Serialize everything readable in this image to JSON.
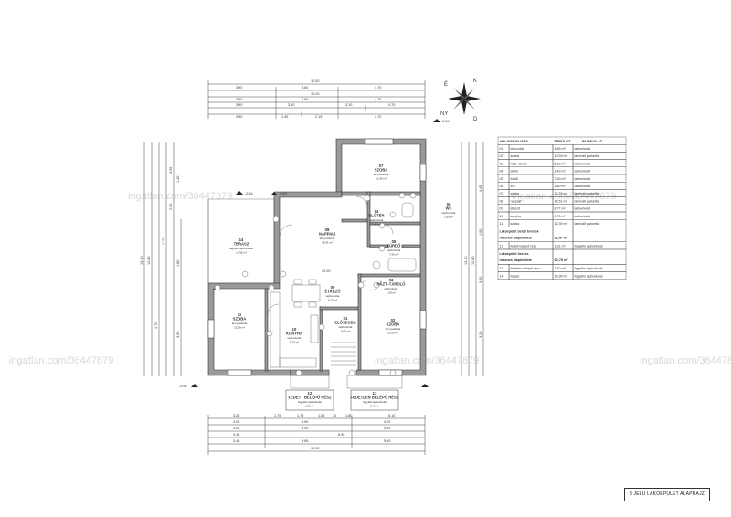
{
  "watermark": "ingatlan.com/36447879",
  "title_block": "8 JELŰ LAKÓÉPÜLET ALAPRAJZ",
  "compass": {
    "n": "K",
    "s": "D",
    "e": "É",
    "w": "NY"
  },
  "top_dims": {
    "row1": [
      "12.50"
    ],
    "row2": [
      "3.90",
      "3.60",
      "4.70"
    ],
    "row3": [
      "12.20"
    ],
    "row4": [
      "3.90",
      "3.60",
      "4.70"
    ],
    "row5": [
      "3.90",
      "3.60",
      "3.10",
      "4.70"
    ],
    "row6": [
      "3.90",
      "1.45",
      "2.15",
      "4.70"
    ]
  },
  "bottom_dims": {
    "row1": [
      "3.30",
      "1.75",
      "1.75",
      "1.05",
      "70",
      "1.80",
      "5.10"
    ],
    "row2": [
      "3.00",
      "3.90",
      "4.70"
    ],
    "row3": [
      "3.00",
      "3.40",
      "5.30"
    ],
    "row4": [
      "3.40",
      "8.90"
    ],
    "row5": [
      "3.45",
      "3.65",
      "5.90"
    ],
    "row6": [
      "12.50"
    ]
  },
  "rooms": [
    {
      "num": "07",
      "name": "SZOBA",
      "sub1": "lam.parketta",
      "sub2": "12,39 m²"
    },
    {
      "num": "08",
      "name": "NAPPALI",
      "sub1": "lam.parketta",
      "sub2": "18,51 m²"
    },
    {
      "num": "04",
      "name": "ELŐTÉR",
      "sub1": "lapburkolat",
      "sub2": "1,49 m²"
    },
    {
      "num": "05",
      "name": "FÜRDŐ",
      "sub1": "lapburkolat",
      "sub2": "7,30 m²"
    },
    {
      "num": "06",
      "name": "WC",
      "sub1": "lapburkolat",
      "sub2": "1,80 m²"
    },
    {
      "num": "03",
      "name": "HÁZT.-TÁROLÓ",
      "sub1": "lapburkolat",
      "sub2": "5,18 m²"
    },
    {
      "num": "09",
      "name": "ÉTKEZŐ",
      "sub1": "lapburkolat",
      "sub2": "8,77 m²"
    },
    {
      "num": "11",
      "name": "SZOBA",
      "sub1": "lam.parketta",
      "sub2": "12,39 m²"
    },
    {
      "num": "10",
      "name": "KONYHA",
      "sub1": "lapburkolat",
      "sub2": "8,70 m²"
    },
    {
      "num": "01",
      "name": "ELŐSZOBA",
      "sub1": "lapburkolat",
      "sub2": "4,65 m²"
    },
    {
      "num": "02",
      "name": "SZOBA",
      "sub1": "lam.parketta",
      "sub2": "10,59 m²"
    },
    {
      "num": "14",
      "name": "TERASZ",
      "sub1": "fagyálló lapburkolat",
      "sub2": "13,95 m²"
    }
  ],
  "entrances": [
    {
      "num": "12",
      "name": "FEDETT BELÉPŐ RÉSZ",
      "sub1": "fagyálló lapburkolat",
      "sub2": "1,31 m²"
    },
    {
      "num": "13",
      "name": "FEDETLEN BELÉPŐ RÉSZ",
      "sub1": "fagyálló lapburkolat",
      "sub2": "2,40 m²"
    }
  ],
  "table": {
    "headers": [
      "HELYISÉGLISTA",
      "TERÜLET",
      "BURKOLAT"
    ],
    "rows": [
      [
        "01",
        "előszoba",
        "4,65 m²",
        "lapburkolat"
      ],
      [
        "02",
        "szoba",
        "10,59 m²",
        "laminált parketta"
      ],
      [
        "03",
        "házt.-tároló",
        "5,18 m²",
        "lapburkolat"
      ],
      [
        "04",
        "előtér",
        "1,49 m²",
        "lapburkolat"
      ],
      [
        "05",
        "fürdő",
        "7,30 m²",
        "lapburkolat"
      ],
      [
        "06",
        "WC",
        "1,80 m²",
        "lapburkolat"
      ],
      [
        "07",
        "szoba",
        "12,39 m²",
        "laminált parketta"
      ],
      [
        "08",
        "nappali",
        "18,51 m²",
        "laminált parketta"
      ],
      [
        "09",
        "étkező",
        "8,77 m²",
        "lapburkolat"
      ],
      [
        "10",
        "konyha",
        "8,70 m²",
        "lapburkolat"
      ],
      [
        "11",
        "szoba",
        "12,39 m²",
        "laminált parketta"
      ]
    ],
    "subtotal1": [
      "Lakóépület belső terének",
      "hasznos alapterülete",
      "91,47 m²"
    ],
    "rows2": [
      [
        "12",
        "fedett belépő rész",
        "1,31 m²",
        "fagyálló lapburkolat"
      ]
    ],
    "subtotal2": [
      "Lakóépület összes",
      "hasznos alapterülete",
      "92,78 m²"
    ],
    "rows3": [
      [
        "13",
        "fedetlen belépő rész",
        "2,40 m²",
        "fagyálló lapburkolat"
      ],
      [
        "14",
        "terasz",
        "13,95 m²",
        "fagyálló lapburkolat"
      ]
    ]
  },
  "levels": [
    "±0.00",
    "-0.54",
    "-0.49",
    "-0.54",
    "-0.54"
  ],
  "side_dims_left": [
    "13.10",
    "12.80",
    "4.70",
    "4.15",
    "3.05",
    "2.50",
    "1.40",
    "1.80",
    "3.90"
  ],
  "side_dims_right": [
    "13.10",
    "12.80",
    "4.45",
    "1.00",
    "3.00",
    "3.20"
  ]
}
